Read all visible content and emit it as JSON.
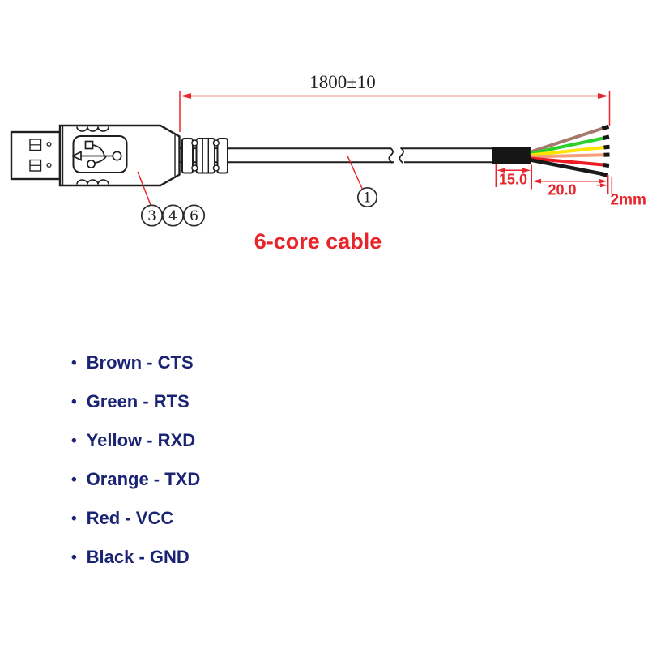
{
  "colors": {
    "red": "#e8252b",
    "navy": "#1b2472",
    "ink": "#1f1f1f"
  },
  "diagram": {
    "total_length_label": "1800±10",
    "strip_length_label": "15.0",
    "fan_length_label": "20.0",
    "tip_length_label": "2mm",
    "connector_callouts": [
      "3",
      "4",
      "6"
    ],
    "cable_callout": "1",
    "caption": "6-core cable"
  },
  "wires": [
    {
      "name": "brown",
      "hex": "#a6796c"
    },
    {
      "name": "green",
      "hex": "#2bd12b"
    },
    {
      "name": "yellow",
      "hex": "#ffe400"
    },
    {
      "name": "orange",
      "hex": "#f5a07a"
    },
    {
      "name": "red",
      "hex": "#ed1c24"
    },
    {
      "name": "black",
      "hex": "#1a1a1a"
    }
  ],
  "legend": {
    "bullet": "•",
    "items": [
      {
        "label": "Brown - CTS"
      },
      {
        "label": "Green - RTS"
      },
      {
        "label": "Yellow - RXD"
      },
      {
        "label": "Orange - TXD"
      },
      {
        "label": "Red - VCC"
      },
      {
        "label": "Black - GND"
      }
    ]
  }
}
